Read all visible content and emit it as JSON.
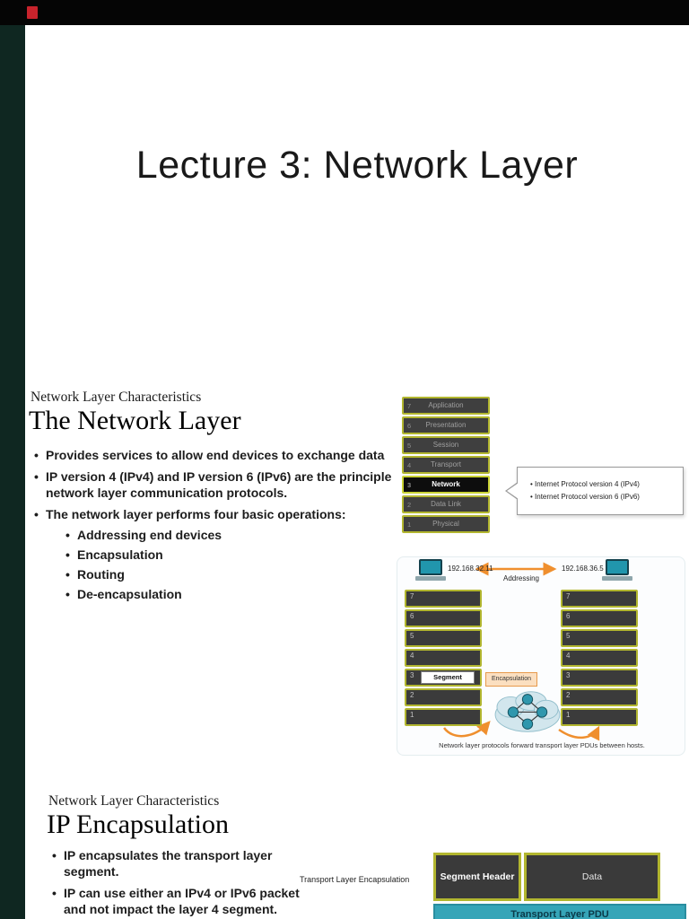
{
  "viewer": {
    "logo_color": "#c8232c"
  },
  "colors": {
    "olive": "#b2b62f",
    "orange": "#ef8f2e",
    "teal_bar": "#36a5b8",
    "dark_box": "#3a3a3a",
    "sidebar": "#0f2721"
  },
  "title_slide": {
    "title": "Lecture 3: Network Layer"
  },
  "slide_network_layer": {
    "kicker": "Network Layer Characteristics",
    "heading": "The Network Layer",
    "bullets": [
      "Provides services to allow end devices to exchange data",
      "IP version 4 (IPv4) and IP version 6 (IPv6) are the principle network layer communication protocols.",
      "The network layer performs four basic operations:"
    ],
    "sub_bullets": [
      "Addressing end devices",
      "Encapsulation",
      "Routing",
      "De-encapsulation"
    ],
    "osi_stack": {
      "layers": [
        {
          "num": "7",
          "label": "Application"
        },
        {
          "num": "6",
          "label": "Presentation"
        },
        {
          "num": "5",
          "label": "Session"
        },
        {
          "num": "4",
          "label": "Transport"
        },
        {
          "num": "3",
          "label": "Network"
        },
        {
          "num": "2",
          "label": "Data Link"
        },
        {
          "num": "1",
          "label": "Physical"
        }
      ],
      "highlighted_layer": "Network",
      "callout_items": [
        "Internet Protocol version 4 (IPv4)",
        "Internet Protocol version 6 (IPv6)"
      ]
    },
    "addressing_diagram": {
      "left_host_ip": "192.168.32.11",
      "right_host_ip": "192.168.36.5",
      "arrow_label": "Addressing",
      "left_stack_numbers": [
        "7",
        "6",
        "5",
        "4",
        "3",
        "2",
        "1"
      ],
      "right_stack_numbers": [
        "7",
        "6",
        "5",
        "4",
        "3",
        "2",
        "1"
      ],
      "segment_label": "Segment",
      "encapsulation_label": "Encapsulation",
      "caption": "Network layer protocols forward transport layer PDUs between hosts."
    }
  },
  "slide_ip_encapsulation": {
    "kicker": "Network Layer Characteristics",
    "heading": "IP Encapsulation",
    "bullets": [
      "IP encapsulates the transport layer segment.",
      "IP can use either an IPv4 or IPv6 packet and not impact the layer 4 segment."
    ],
    "diagram": {
      "label": "Transport Layer Encapsulation",
      "segment_header_label": "Segment Header",
      "data_label": "Data",
      "pdu_label": "Transport Layer PDU"
    }
  }
}
